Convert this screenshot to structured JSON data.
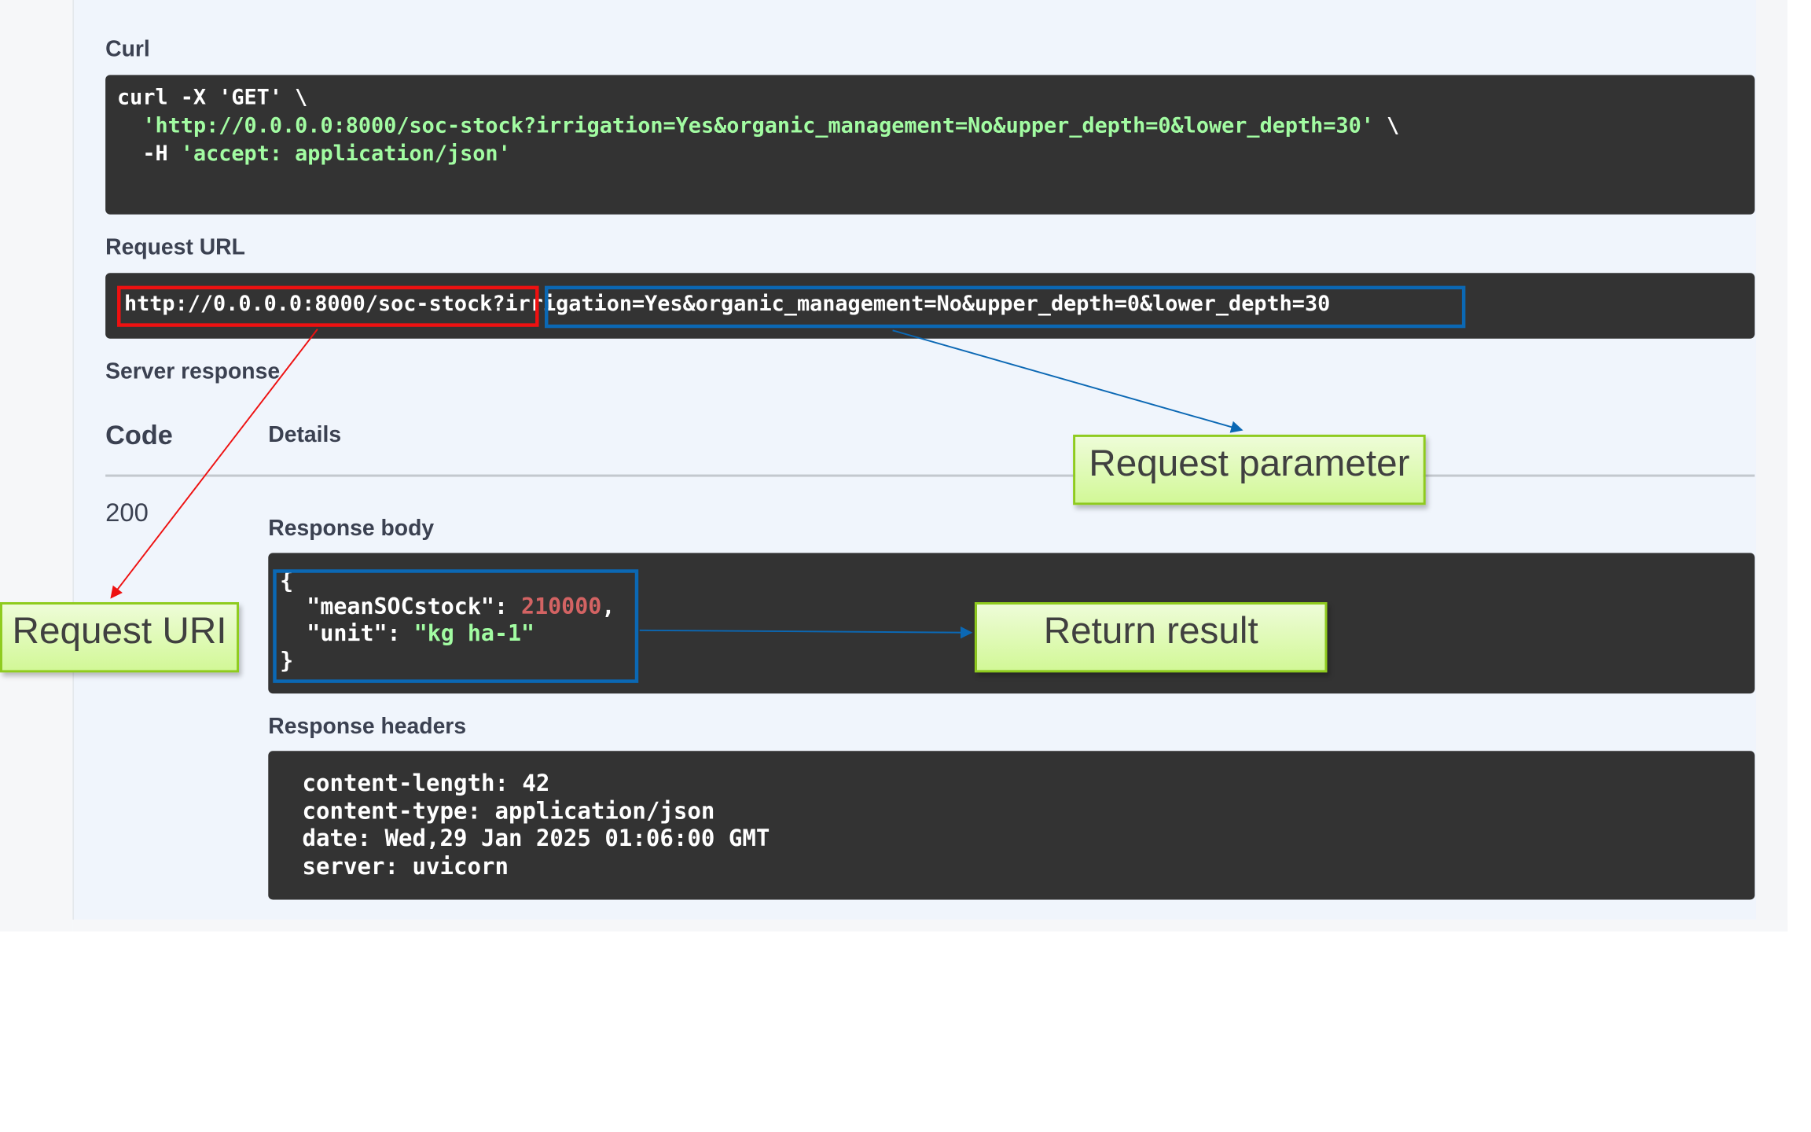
{
  "curl": {
    "label": "Curl",
    "line1": "curl -X 'GET' \\",
    "line2_url": "'http://0.0.0.0:8000/soc-stock?irrigation=Yes&organic_management=No&upper_depth=0&lower_depth=30'",
    "line2_tail": " \\",
    "line3_flag": "-H ",
    "line3_header": "'accept: application/json'"
  },
  "request_url": {
    "label": "Request URL",
    "base": "http://0.0.0.0:8000/soc-stock",
    "query": "?irrigation=Yes&organic_management=No&upper_depth=0&lower_depth=30"
  },
  "server_response": {
    "label": "Server response",
    "code_header": "Code",
    "details_header": "Details",
    "code": "200",
    "body_label": "Response body",
    "body": {
      "open": "{",
      "key1": "  \"meanSOCstock\": ",
      "val1": "210000",
      "comma": ",",
      "key2": "  \"unit\": ",
      "val2": "\"kg ha-1\"",
      "close": "}"
    },
    "headers_label": "Response headers",
    "headers": [
      "content-length: 42",
      "content-type: application/json",
      "date: Wed,29 Jan 2025 01:06:00 GMT",
      "server: uvicorn"
    ]
  },
  "annotations": {
    "request_uri": "Request URI",
    "request_parameter": "Request parameter",
    "return_result": "Return result",
    "colors": {
      "uri": "#ee1111",
      "parameter": "#0b68b4",
      "result": "#0b68b4"
    }
  }
}
